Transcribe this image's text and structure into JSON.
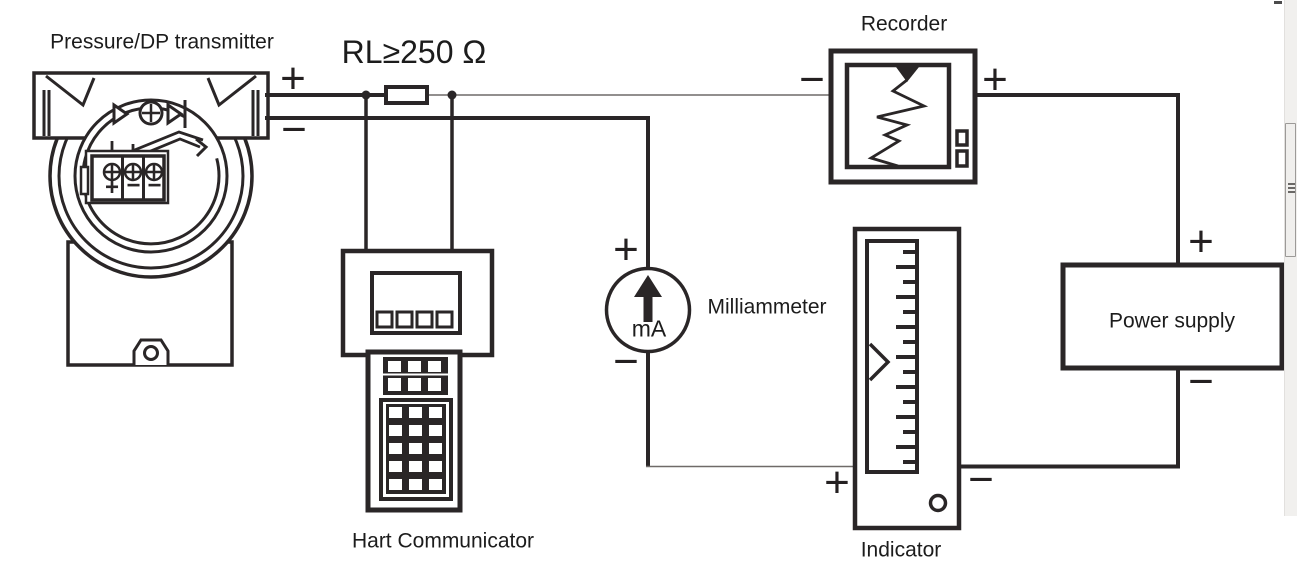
{
  "canvas": {
    "background": "#ffffff",
    "line_color": "#2a2627",
    "thin_wire_color": "#6f6a68",
    "text_color": "#1c1c1c"
  },
  "components": {
    "transmitter": {
      "label": "Pressure/DP transmitter",
      "wire_plus": "+",
      "wire_minus": "−",
      "terminals": {
        "t1": "+",
        "t2": "−",
        "t3": "−"
      }
    },
    "load_resistor": {
      "label": "RL≥250 Ω"
    },
    "recorder": {
      "label": "Recorder",
      "left_terminal": "−",
      "right_terminal": "+"
    },
    "milliammeter": {
      "label": "Milliammeter",
      "unit": "mA",
      "top_terminal": "+",
      "bottom_terminal": "−"
    },
    "hart_communicator": {
      "label": "Hart Communicator"
    },
    "indicator": {
      "label": "Indicator",
      "left_terminal": "+",
      "right_terminal": "−"
    },
    "power_supply": {
      "label": "Power supply",
      "top_terminal": "+",
      "bottom_terminal": "−"
    }
  },
  "scrollbar": {
    "track_color": "#f1f0ee",
    "thumb_border_color": "#9c9a98",
    "grip_color": "#6a6866"
  }
}
